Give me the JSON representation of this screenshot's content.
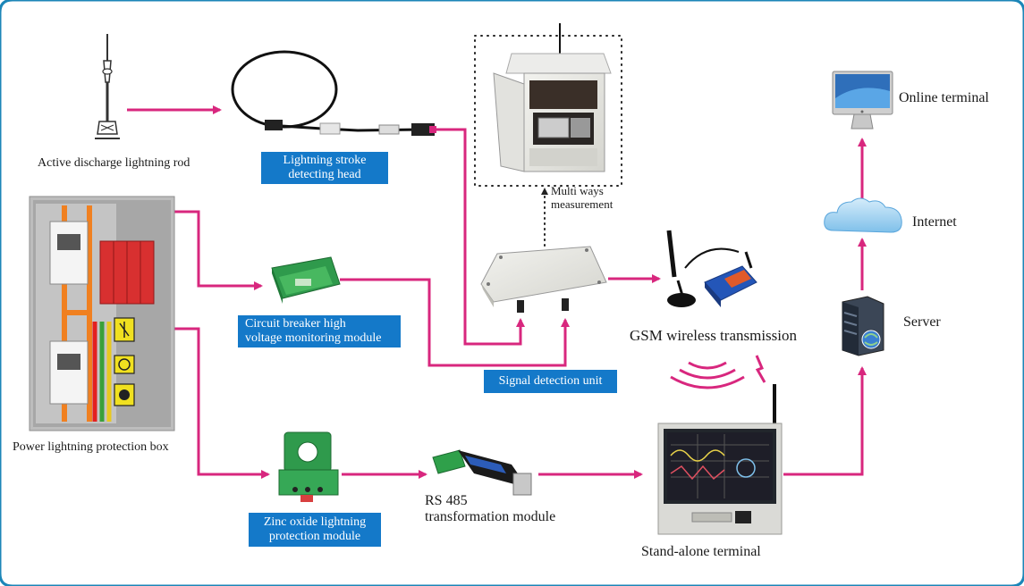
{
  "colors": {
    "arrow": "#d8277e",
    "label_bg": "#1479c9",
    "label_text": "#ffffff",
    "frame": "#1c86b8"
  },
  "labels": {
    "lightning_rod": "Active discharge lightning rod",
    "detecting_head": [
      "Lightning stroke",
      "detecting head"
    ],
    "multi_ways": [
      "Multi ways",
      "measurement"
    ],
    "online_terminal": "Online terminal",
    "internet": "Internet",
    "power_box": "Power lightning protection box",
    "breaker_module": [
      "Circuit breaker high",
      "voltage monitoring module"
    ],
    "signal_unit": "Signal detection unit",
    "gsm": "GSM wireless transmission",
    "server": "Server",
    "zinc_module": [
      "Zinc oxide lightning",
      "protection module"
    ],
    "rs485": [
      "RS 485",
      "transformation module"
    ],
    "standalone": "Stand-alone terminal"
  },
  "icons": [
    "lightning-rod-icon",
    "sensor-cable-icon",
    "cabinet-icon",
    "monitor-icon",
    "cloud-icon",
    "electrical-panel-icon",
    "breaker-module-icon",
    "junction-box-icon",
    "gsm-modem-icon",
    "server-icon",
    "current-sensor-icon",
    "rs485-adapter-icon",
    "terminal-screen-icon",
    "wireless-signal-icon"
  ]
}
